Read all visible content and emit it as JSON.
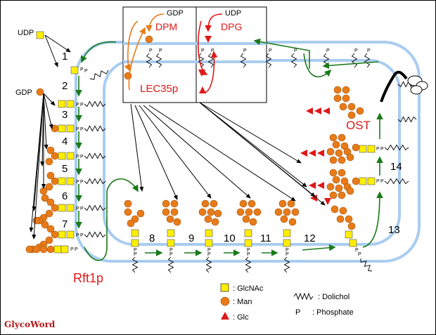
{
  "colors": {
    "glcnac": "#ffee00",
    "man": "#e87b18",
    "glc": "#e01818",
    "membrane": "#a9cdf0",
    "arrow_green": "#1a7a1a",
    "flip_orange": "#e87b18",
    "flip_red": "#e01818",
    "label_red": "#e01818",
    "text": "#000000"
  },
  "donors": {
    "udp_glcnac": "UDP",
    "gdp_man": "GDP",
    "gdp_dpm": "GDP",
    "udp_dpg": "UDP"
  },
  "enzymes": {
    "dpm": "DPM",
    "dpg": "DPG",
    "lec35p": "LEC35p",
    "ost": "OST",
    "rft1p": "Rft1p"
  },
  "steps": [
    "1",
    "2",
    "3",
    "4",
    "5",
    "6",
    "7",
    "8",
    "9",
    "10",
    "11",
    "12",
    "13",
    "14"
  ],
  "phosphate_symbol": "P",
  "legend": {
    "glcnac": ": GlcNAc",
    "man": ": Man",
    "glc": ": Glc",
    "dolichol": ": Dolichol",
    "phosphate_key": "P",
    "phosphate": ": Phosphate"
  },
  "watermark": "GlycoWord"
}
